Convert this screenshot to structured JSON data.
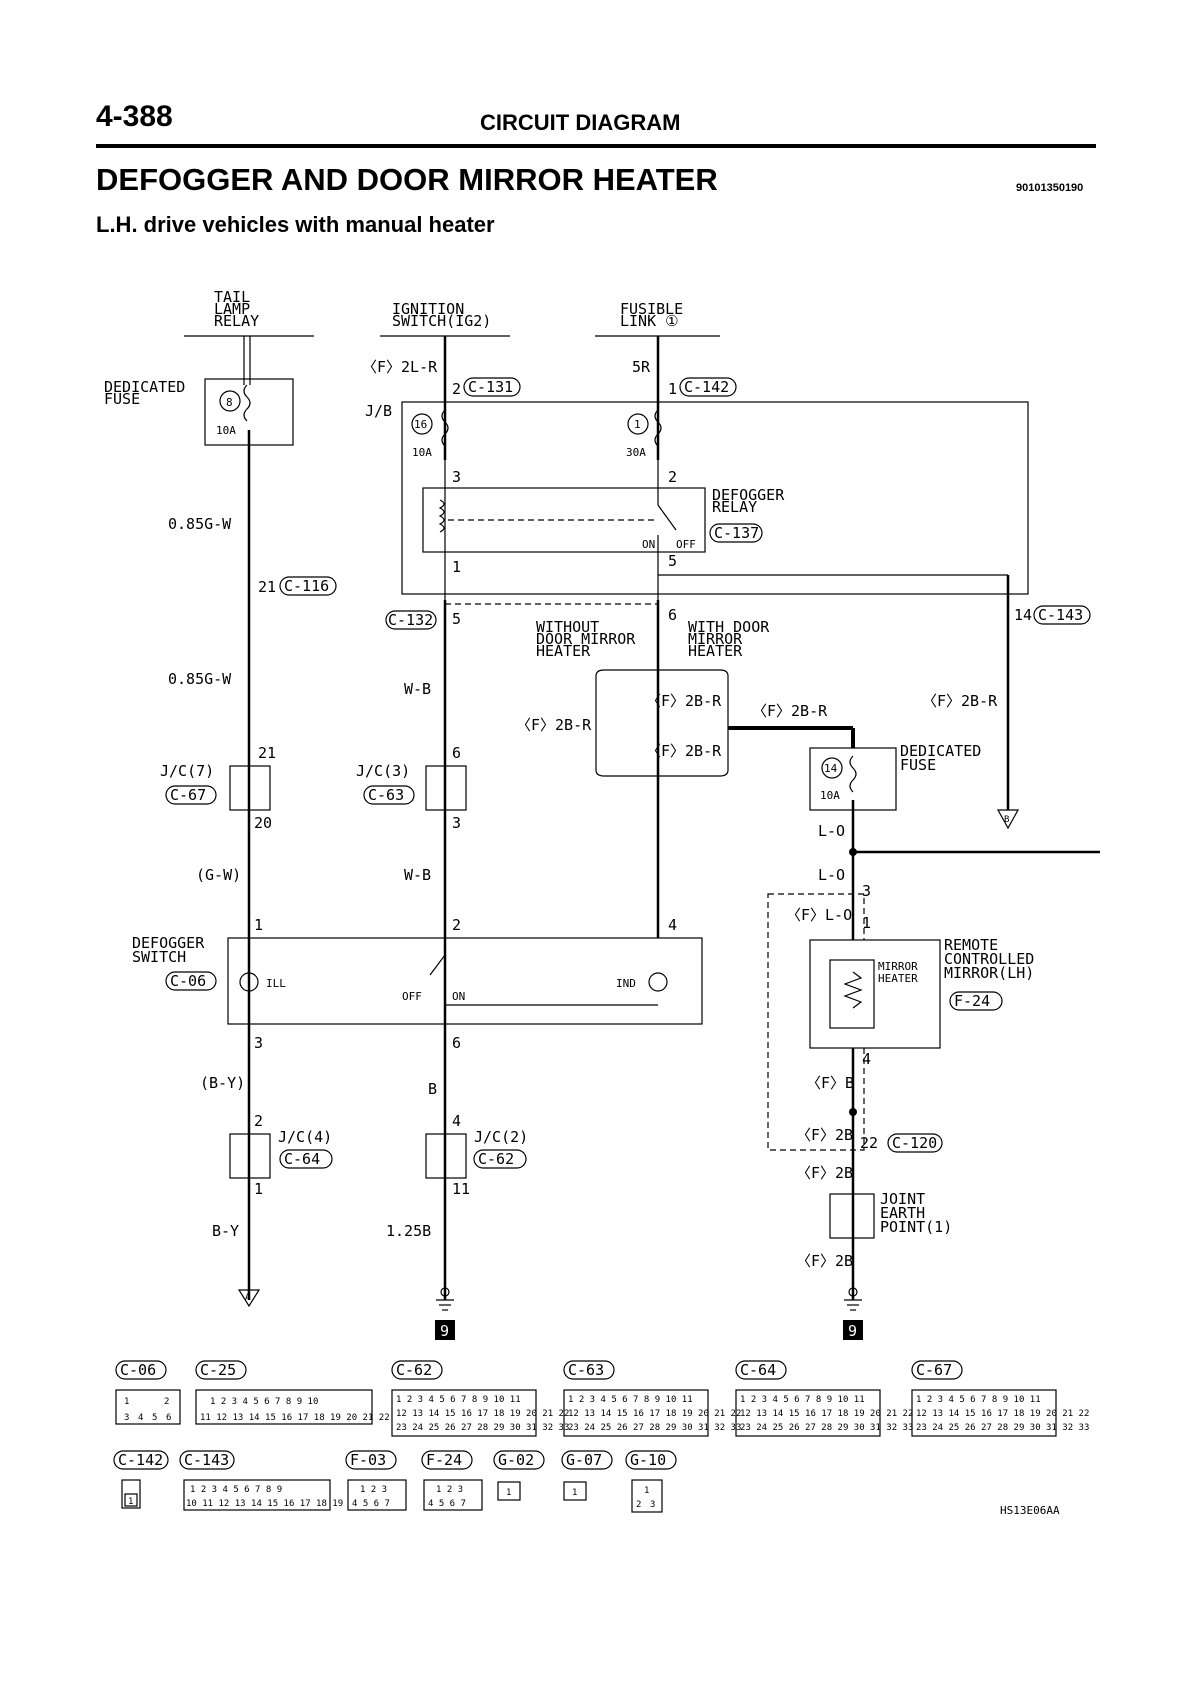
{
  "header": {
    "page_number": "4-388",
    "section": "CIRCUIT DIAGRAM",
    "title": "DEFOGGER AND DOOR MIRROR HEATER",
    "doc_number": "90101350190",
    "subtitle": "L.H. drive vehicles with manual heater"
  },
  "labels": {
    "tail_lamp_1": "TAIL",
    "tail_lamp_2": "LAMP",
    "tail_lamp_3": "RELAY",
    "ign_1": "IGNITION",
    "ign_2": "SWITCH(IG2)",
    "fusible_1": "FUSIBLE",
    "fusible_2": "LINK ①",
    "ded_fuse_1": "DEDICATED",
    "ded_fuse_2": "FUSE",
    "fuse8": "8",
    "fuse8_amp": "10A",
    "f2lr": "〈F〉2L-R",
    "five_r": "5R",
    "pin2": "2",
    "c131": "C-131",
    "pin1": "1",
    "c142": "C-142",
    "jb": "J/B",
    "fuse16": "16",
    "fuse16_amp": "10A",
    "fuse1": "1",
    "fuse1_amp": "30A",
    "r3": "3",
    "r2": "2",
    "r1": "1",
    "r5": "5",
    "relay_1": "DEFOGGER",
    "relay_2": "RELAY",
    "c137": "C-137",
    "on": "ON",
    "off": "OFF",
    "w085gw_1": "0.85G-W",
    "p21": "21",
    "c116": "C-116",
    "c132": "C-132",
    "p5": "5",
    "p6": "6",
    "p14": "14",
    "c143": "C-143",
    "without_1": "WITHOUT",
    "without_2": "DOOR MIRROR",
    "without_3": "HEATER",
    "with_1": "WITH DOOR",
    "with_2": "MIRROR",
    "with_3": "HEATER",
    "w085gw_2": "0.85G-W",
    "wb1": "W-B",
    "f2br_a": "〈F〉2B-R",
    "f2br_b": "〈F〉2B-R",
    "f2br_c": "〈F〉2B-R",
    "f2br_d": "〈F〉2B-R",
    "f2br_e": "〈F〉2B-R",
    "ded_fuse2_1": "DEDICATED",
    "ded_fuse2_2": "FUSE",
    "fuse14": "14",
    "fuse14_amp": "10A",
    "jc7": "J/C(7)",
    "c67": "C-67",
    "jc7_top": "21",
    "jc7_bot": "20",
    "jc3": "J/C(3)",
    "c63": "C-63",
    "jc3_top": "6",
    "jc3_bot": "3",
    "lo1": "L-O",
    "lo2": "L-O",
    "p3b": "3",
    "flo": "〈F〉L-O",
    "p1b": "1",
    "gw": "(G-W)",
    "wb2": "W-B",
    "remote_1": "REMOTE",
    "remote_2": "CONTROLLED",
    "remote_3": "MIRROR(LH)",
    "f24": "F-24",
    "mirror_1": "MIRROR",
    "mirror_2": "HEATER",
    "sw_1": "DEFOGGER",
    "sw_2": "SWITCH",
    "c06": "C-06",
    "s1": "1",
    "s2": "2",
    "s4": "4",
    "ill": "ILL",
    "ind": "IND",
    "sw_off": "OFF",
    "sw_on": "ON",
    "s3": "3",
    "s6": "6",
    "m4": "4",
    "by": "(B-Y)",
    "b": "B",
    "fb": "〈F〉B",
    "jc4": "J/C(4)",
    "c64": "C-64",
    "jc4_top": "2",
    "jc4_bot": "1",
    "jc2": "J/C(2)",
    "c62": "C-62",
    "jc2_top": "4",
    "jc2_bot": "11",
    "f2b_1": "〈F〉2B",
    "p22": "22",
    "c120": "C-120",
    "f2b_2": "〈F〉2B",
    "jep_1": "JOINT",
    "jep_2": "EARTH",
    "jep_3": "POINT(1)",
    "by2": "B-Y",
    "b125": "1.25B",
    "f2b_3": "〈F〉2B",
    "arrow_a": "A",
    "arrow_b": "B",
    "earth_1": "9",
    "earth_2": "9",
    "fig_code": "HS13E06AA"
  },
  "connectors_row1": [
    "C-06",
    "C-25",
    "C-62",
    "C-63",
    "C-64",
    "C-67"
  ],
  "connectors_row2": [
    "C-142",
    "C-143",
    "F-03",
    "F-24",
    "G-02",
    "G-07",
    "G-10"
  ],
  "pins": {
    "c06": [
      "1",
      "",
      "2",
      "3",
      "4",
      "5",
      "6"
    ],
    "c25_top": [
      "1",
      "2",
      "3",
      "4",
      "5",
      "6",
      "7",
      "8",
      "9",
      "10"
    ],
    "c25_bot": [
      "11",
      "12",
      "13",
      "14",
      "15",
      "16",
      "17",
      "18",
      "19",
      "20",
      "21",
      "22"
    ],
    "c62_top": [
      "1",
      "2",
      "3",
      "4",
      "5",
      "6",
      "7",
      "8",
      "9",
      "10",
      "11"
    ],
    "c62_mid": [
      "12",
      "13",
      "14",
      "15",
      "16",
      "17",
      "18",
      "19",
      "20",
      "21",
      "22"
    ],
    "c62_bot": [
      "23",
      "24",
      "25",
      "26",
      "27",
      "28",
      "29",
      "30",
      "31",
      "32",
      "33"
    ],
    "c142": [
      "1"
    ],
    "c143_top": [
      "1",
      "2",
      "3",
      "4",
      "5",
      "6",
      "7",
      "8",
      "9"
    ],
    "c143_bot": [
      "10",
      "11",
      "12",
      "13",
      "14",
      "15",
      "16",
      "17",
      "18",
      "19"
    ],
    "f03_top": [
      "1",
      "2",
      "3"
    ],
    "f03_bot": [
      "4",
      "5",
      "6",
      "7"
    ],
    "g_single": [
      "1"
    ],
    "g10_bot": [
      "2",
      "3"
    ]
  }
}
